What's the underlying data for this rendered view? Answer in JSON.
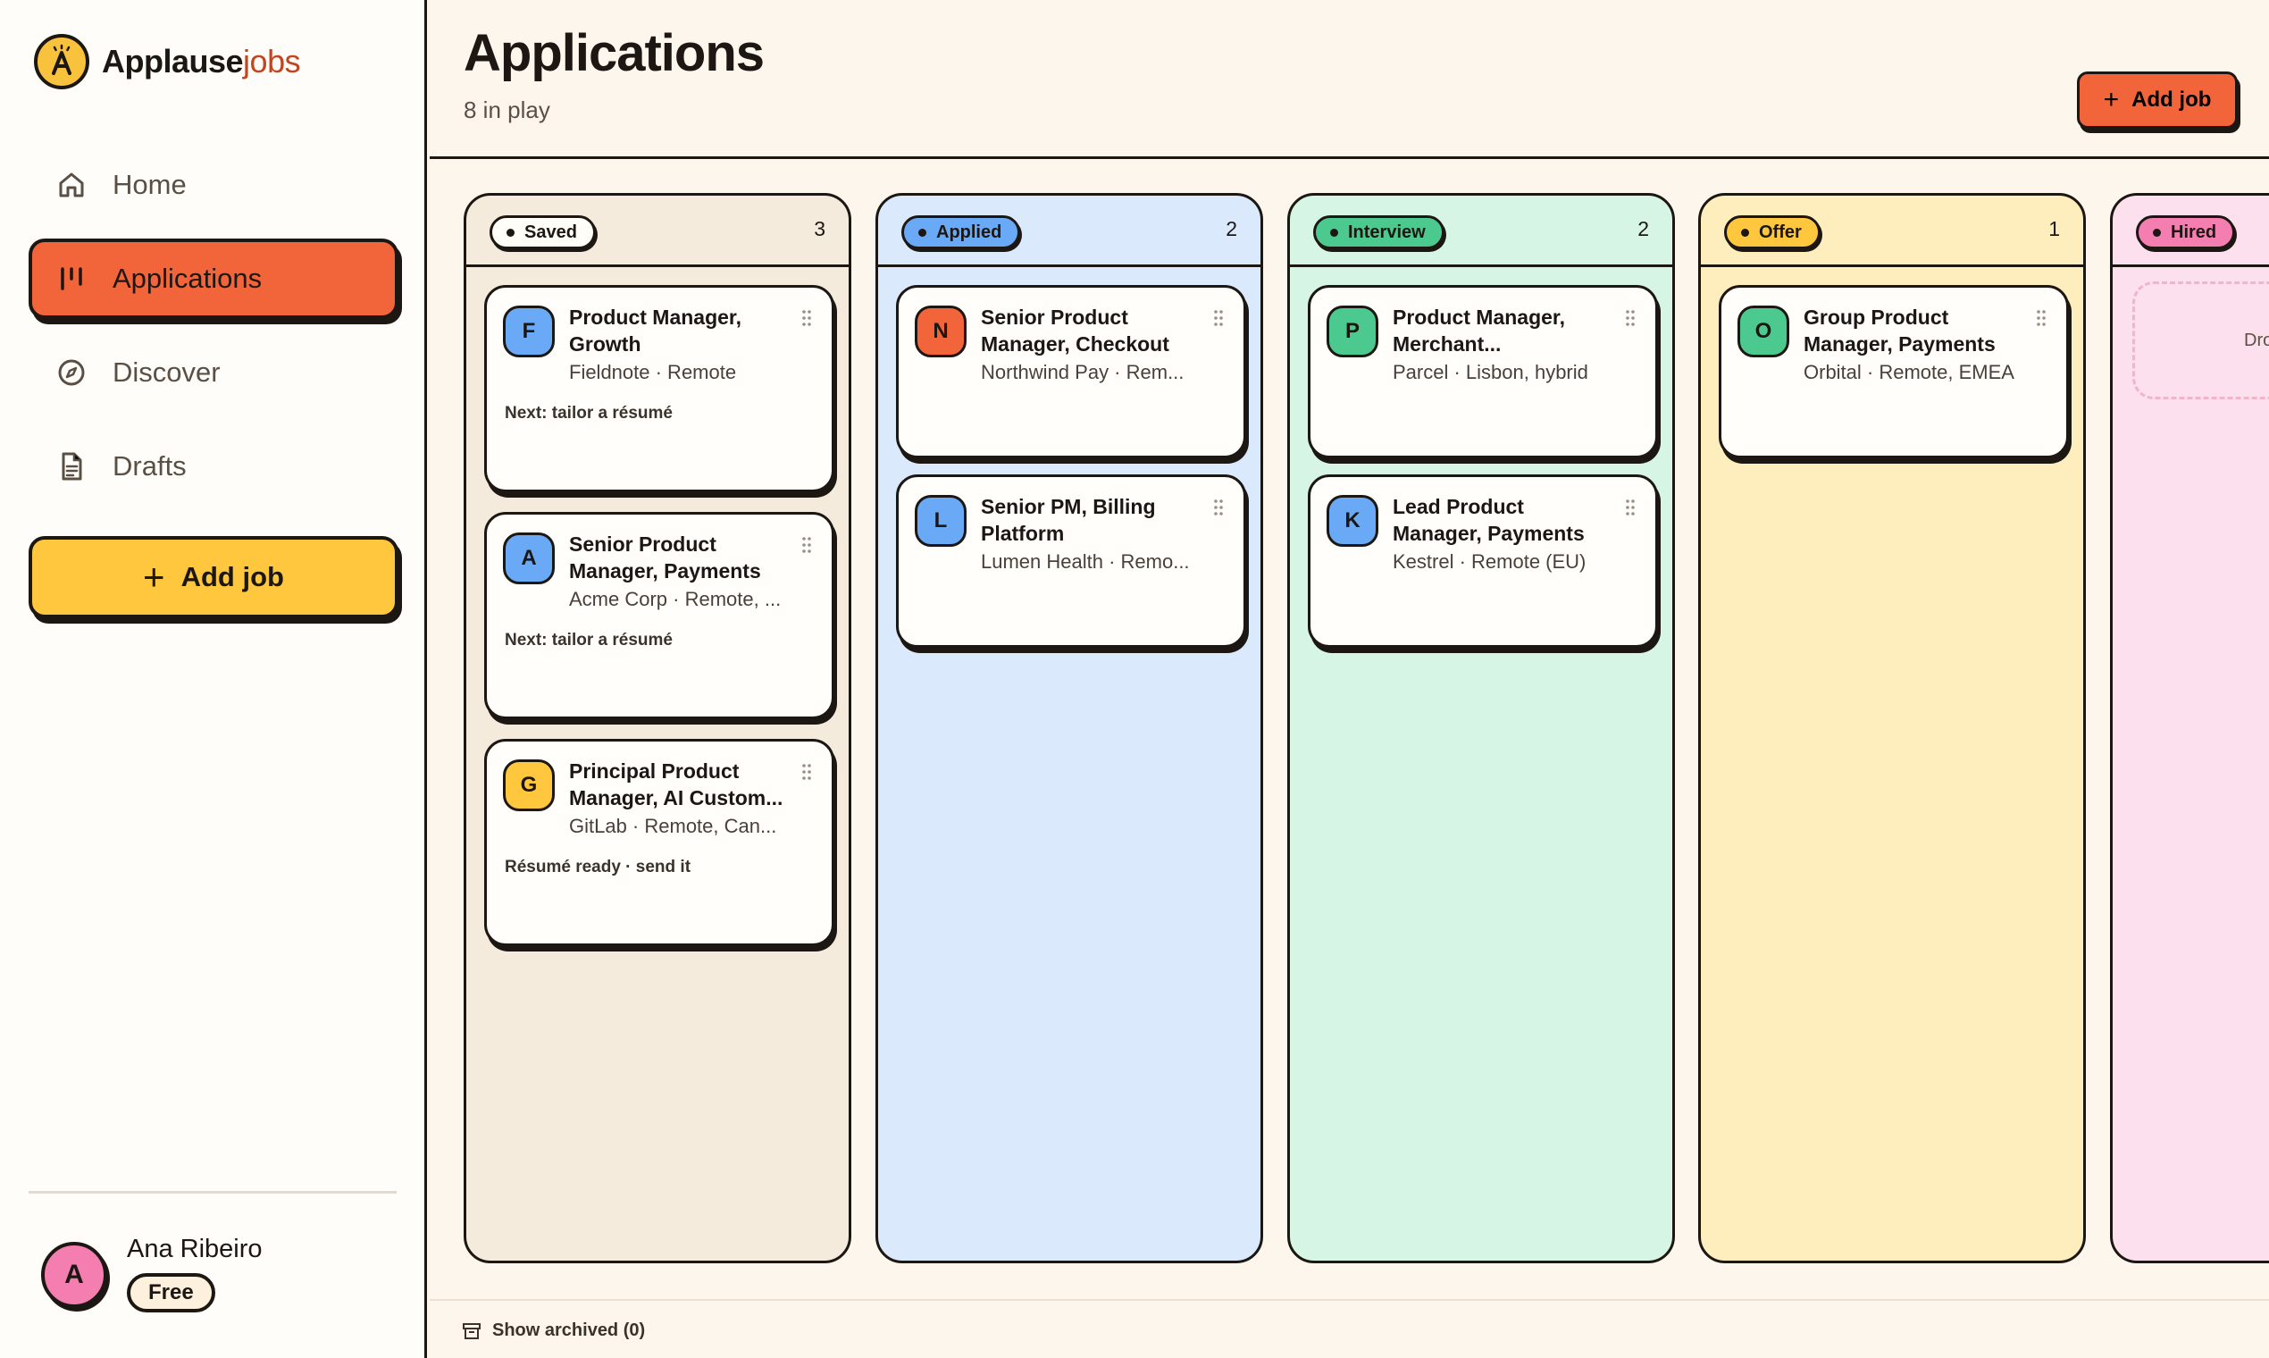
{
  "brand": {
    "name_main": "Applause",
    "name_accent": "jobs"
  },
  "sidebar": {
    "nav": [
      {
        "label": "Home",
        "icon": "home-icon"
      },
      {
        "label": "Applications",
        "icon": "columns-icon",
        "active": true
      },
      {
        "label": "Discover",
        "icon": "compass-icon"
      },
      {
        "label": "Drafts",
        "icon": "document-icon"
      }
    ],
    "add_job_label": "Add job",
    "user": {
      "initial": "A",
      "name": "Ana Ribeiro",
      "plan": "Free"
    }
  },
  "header": {
    "title": "Applications",
    "subtitle": "8 in play",
    "add_job_label": "Add job"
  },
  "columns": [
    {
      "status": "Saved",
      "count": "3",
      "color": "#f5ebdc",
      "pill_color": "#fffdf8",
      "cards": [
        {
          "initial": "F",
          "avatar_color": "#6aa9f5",
          "title": "Product Manager, Growth",
          "company": "Fieldnote · Remote",
          "next": "Next: tailor a résumé"
        },
        {
          "initial": "A",
          "avatar_color": "#6aa9f5",
          "title": "Senior Product Manager, Payments",
          "company": "Acme Corp · Remote, ...",
          "next": "Next: tailor a résumé"
        },
        {
          "initial": "G",
          "avatar_color": "#fec73d",
          "title": "Principal Product Manager, AI Custom...",
          "company": "GitLab · Remote, Can...",
          "next": "Résumé ready · send it"
        }
      ]
    },
    {
      "status": "Applied",
      "count": "2",
      "color": "#dbe9fc",
      "pill_color": "#6aa9f5",
      "cards": [
        {
          "initial": "N",
          "avatar_color": "#f2643a",
          "title": "Senior Product Manager, Checkout",
          "company": "Northwind Pay · Rem...",
          "next": ""
        },
        {
          "initial": "L",
          "avatar_color": "#6aa9f5",
          "title": "Senior PM, Billing Platform",
          "company": "Lumen Health · Remo...",
          "next": ""
        }
      ]
    },
    {
      "status": "Interview",
      "count": "2",
      "color": "#d6f5e5",
      "pill_color": "#4cc98f",
      "cards": [
        {
          "initial": "P",
          "avatar_color": "#4cc98f",
          "title": "Product Manager, Merchant...",
          "company": "Parcel · Lisbon, hybrid",
          "next": ""
        },
        {
          "initial": "K",
          "avatar_color": "#6aa9f5",
          "title": "Lead Product Manager, Payments",
          "company": "Kestrel · Remote (EU)",
          "next": ""
        }
      ]
    },
    {
      "status": "Offer",
      "count": "1",
      "color": "#feedbd",
      "pill_color": "#fec73d",
      "cards": [
        {
          "initial": "O",
          "avatar_color": "#4cc98f",
          "title": "Group Product Manager, Payments",
          "company": "Orbital · Remote, EMEA",
          "next": ""
        }
      ]
    },
    {
      "status": "Hired",
      "count": "",
      "color": "#fde0ee",
      "pill_color": "#f57eb0",
      "cards": [],
      "drop_text": "Drop"
    }
  ],
  "footer": {
    "archived_label": "Show archived (0)"
  }
}
